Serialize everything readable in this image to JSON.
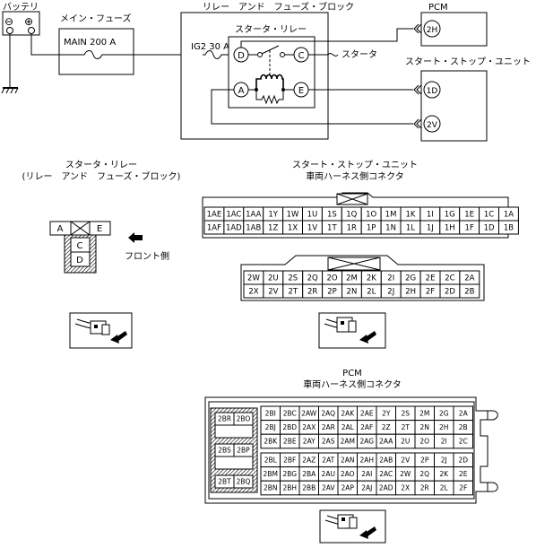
{
  "circuit": {
    "battery_label": "バッテリ",
    "battery_neg": "⊖",
    "battery_pos": "⊕",
    "main_fuse_title": "メイン・フューズ",
    "main_fuse_rating": "MAIN 200 A",
    "block_title": "リレー　アンド　フューズ・ブロック",
    "relay_title": "スタータ・リレー",
    "ig2_label": "IG2 30 A",
    "starter_label": "スタータ",
    "pcm_title": "PCM",
    "ssu_title": "スタート・ストップ・ユニット",
    "terminals": [
      "D",
      "C",
      "A",
      "E"
    ],
    "pcm_pin": "2H",
    "ssu_pins": [
      "1D",
      "2V"
    ]
  },
  "relay_connector": {
    "title1": "スタータ・リレー",
    "title2": "(リレー　アンド　フューズ・ブロック)",
    "top": [
      "A",
      "",
      "E"
    ],
    "bottom": [
      "C",
      "D"
    ],
    "front_label": "フロント側"
  },
  "ssu_connector": {
    "title1": "スタート・ストップ・ユニット",
    "title2": "車両ハーネス側コネクタ",
    "upper_rows": [
      [
        "1AE",
        "1AC",
        "1AA",
        "1Y",
        "1W",
        "1U",
        "1S",
        "1Q",
        "1O",
        "1M",
        "1K",
        "1I",
        "1G",
        "1E",
        "1C",
        "1A"
      ],
      [
        "1AF",
        "1AD",
        "1AB",
        "1Z",
        "1X",
        "1V",
        "1T",
        "1R",
        "1P",
        "1N",
        "1L",
        "1J",
        "1H",
        "1F",
        "1D",
        "1B"
      ]
    ],
    "lower_rows": [
      [
        "2W",
        "2U",
        "2S",
        "2Q",
        "2O",
        "2M",
        "2K",
        "2I",
        "2G",
        "2E",
        "2C",
        "2A"
      ],
      [
        "2X",
        "2V",
        "2T",
        "2R",
        "2P",
        "2N",
        "2L",
        "2J",
        "2H",
        "2F",
        "2D",
        "2B"
      ]
    ]
  },
  "pcm_connector": {
    "title1": "PCM",
    "title2": "車両ハーネス側コネクタ",
    "left_pins": [
      "2BR",
      "2BO",
      "2BS",
      "2BP",
      "2BT",
      "2BQ"
    ],
    "upper_rows": [
      [
        "2BI",
        "2BC",
        "2AW",
        "2AQ",
        "2AK",
        "2AE",
        "2Y",
        "2S",
        "2M",
        "2G",
        "2A"
      ],
      [
        "2BJ",
        "2BD",
        "2AX",
        "2AR",
        "2AL",
        "2AF",
        "2Z",
        "2T",
        "2N",
        "2H",
        "2B"
      ],
      [
        "2BK",
        "2BE",
        "2AY",
        "2AS",
        "2AM",
        "2AG",
        "2AA",
        "2U",
        "2O",
        "2I",
        "2C"
      ]
    ],
    "lower_rows": [
      [
        "2BL",
        "2BF",
        "2AZ",
        "2AT",
        "2AN",
        "2AH",
        "2AB",
        "2V",
        "2P",
        "2J",
        "2D"
      ],
      [
        "2BM",
        "2BG",
        "2BA",
        "2AU",
        "2AO",
        "2AI",
        "2AC",
        "2W",
        "2Q",
        "2K",
        "2E"
      ],
      [
        "2BN",
        "2BH",
        "2BB",
        "2AV",
        "2AP",
        "2AJ",
        "2AD",
        "2X",
        "2R",
        "2L",
        "2F"
      ]
    ]
  }
}
